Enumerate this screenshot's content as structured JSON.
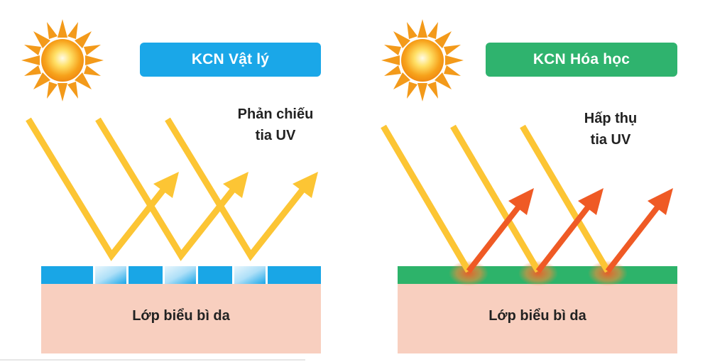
{
  "panels": {
    "physical": {
      "title": "KCN Vật lý",
      "caption_line1": "Phản chiếu",
      "caption_line2": "tia UV",
      "skin_label": "Lớp biểu bì da",
      "accent_color": "#1aa7e8",
      "layer_color": "#19a6e6"
    },
    "chemical": {
      "title": "KCN Hóa học",
      "caption_line1": "Hấp thụ",
      "caption_line2": "tia UV",
      "skin_label": "Lớp biểu bì da",
      "accent_color": "#2fb36e",
      "layer_color": "#2db36a"
    }
  },
  "colors": {
    "skin": "#f8cfbf",
    "incoming_ray": "#fcc534",
    "reflected_ray": "#fcc534",
    "absorbed_ray": "#ef5a25",
    "sun": "#f7a21b"
  },
  "icons": [
    "sun-icon",
    "sun-icon"
  ]
}
